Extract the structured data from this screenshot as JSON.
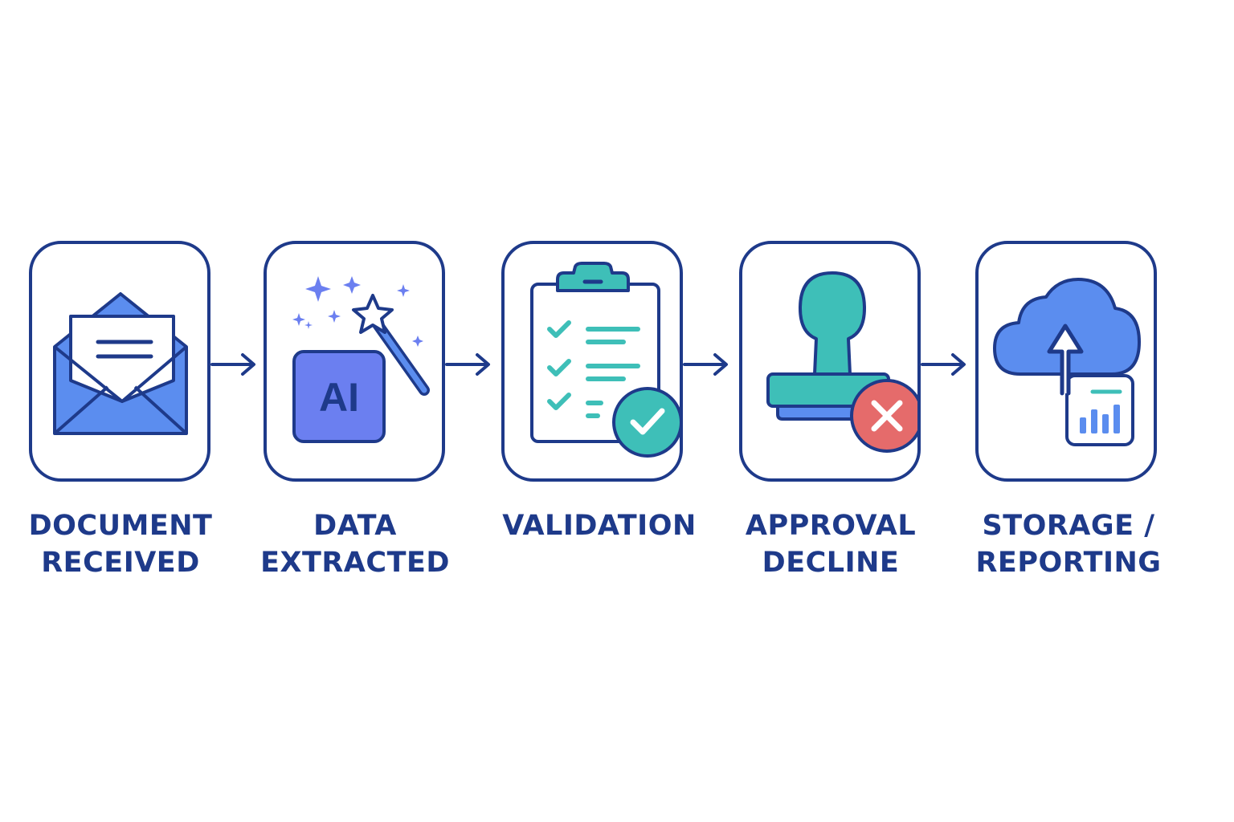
{
  "diagram": {
    "colors": {
      "stroke": "#1e3a8a",
      "blue": "#5b8def",
      "teal": "#3ebfb8",
      "purple": "#6b7ff0",
      "red": "#e56b6b",
      "white": "#ffffff"
    },
    "steps": [
      {
        "icon": "open-envelope-icon",
        "label_line1": "DOCUMENT",
        "label_line2": "RECEIVED"
      },
      {
        "icon": "ai-magic-wand-icon",
        "label_line1": "DATA",
        "label_line2": "EXTRACTED"
      },
      {
        "icon": "clipboard-check-icon",
        "label_line1": "VALIDATION",
        "label_line2": ""
      },
      {
        "icon": "stamp-decline-icon",
        "label_line1": "APPROVAL",
        "label_line2": "DECLINE"
      },
      {
        "icon": "cloud-upload-chart-icon",
        "label_line1": "STORAGE /",
        "label_line2": "REPORTING"
      }
    ],
    "ai_badge_text": "AI",
    "connector_icon": "arrow-right-icon"
  }
}
